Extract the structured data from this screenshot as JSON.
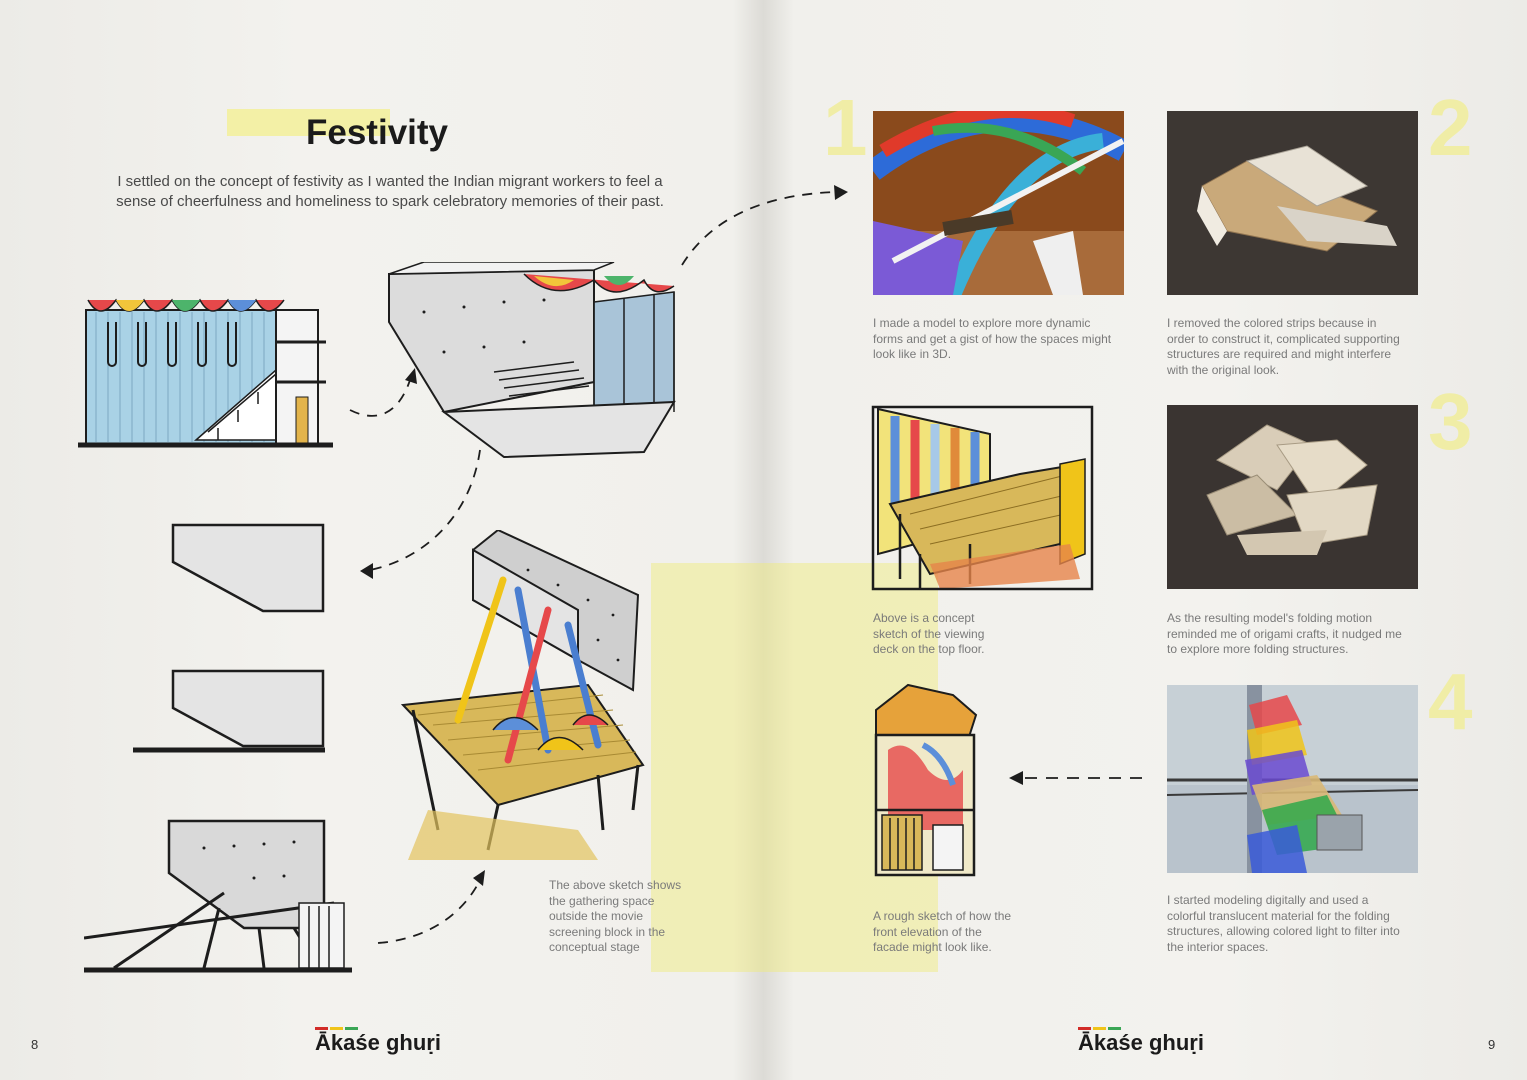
{
  "left_page": {
    "title": "Festivity",
    "intro": "I settled on the concept of festivity as I wanted the Indian migrant workers to feel a sense of cheerfulness and homeliness to spark celebratory memories of their past.",
    "sketch_caption": "The above sketch shows the gathering space outside the movie screening block in the conceptual stage",
    "page_number": "8",
    "logo": "Ākaśe ghuṛi"
  },
  "right_page": {
    "steps": [
      {
        "number": "1",
        "caption": "I made a model to explore more dynamic forms and get a gist of how the spaces might look like in 3D."
      },
      {
        "number": "2",
        "caption": "I removed the colored strips because in order to construct it, complicated supporting structures are required and might interfere with the original look."
      },
      {
        "number": "3",
        "caption": "As the resulting model's folding motion reminded me of origami crafts, it nudged me to explore more folding structures."
      },
      {
        "number": "4",
        "caption": "I started modeling digitally and used a colorful translucent material for the folding structures, allowing colored light to filter into the interior spaces."
      }
    ],
    "deck_caption": "Above is a concept sketch of the viewing deck on the top floor.",
    "facade_caption": "A rough sketch of how the front elevation of the facade might look like.",
    "page_number": "9",
    "logo": "Ākaśe ghuṛi"
  },
  "colors": {
    "highlight": "#f3f0a6",
    "step_number": "#f0eda6",
    "logo_red": "#d22c28",
    "logo_yellow": "#f0c419",
    "logo_green": "#3aa655"
  }
}
